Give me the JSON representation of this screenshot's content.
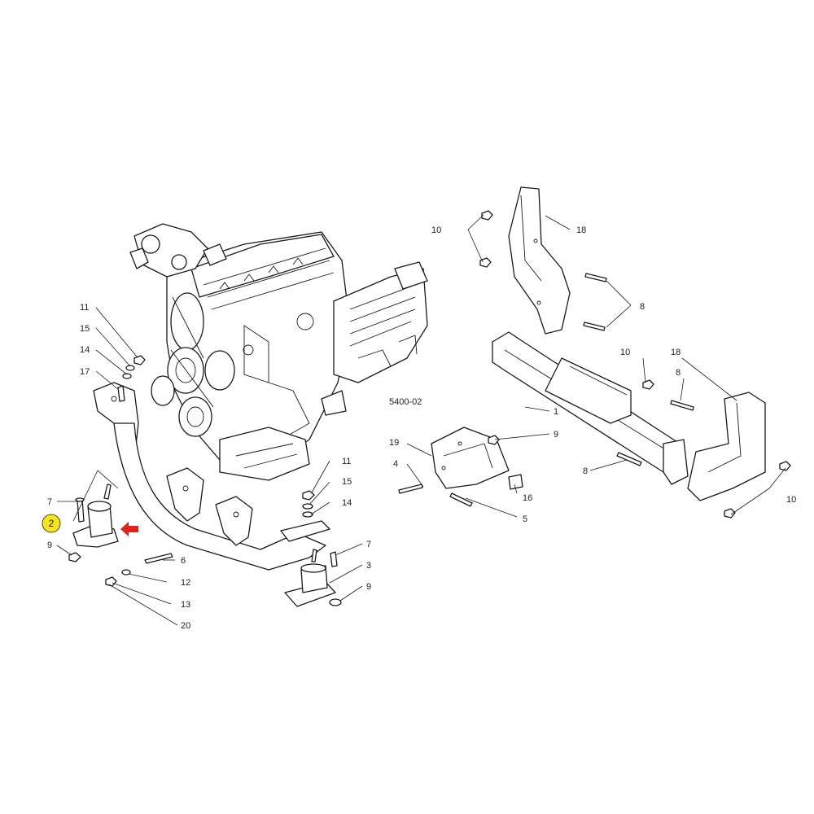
{
  "diagram": {
    "reference_code": "5400-02",
    "highlight": {
      "callout": "2",
      "color": "#f5e614",
      "arrow_color": "#e0231c"
    },
    "callouts": [
      {
        "id": "c11a",
        "text": "11"
      },
      {
        "id": "c15a",
        "text": "15"
      },
      {
        "id": "c14a",
        "text": "14"
      },
      {
        "id": "c17",
        "text": "17"
      },
      {
        "id": "c7a",
        "text": "7"
      },
      {
        "id": "c9a",
        "text": "9"
      },
      {
        "id": "c6",
        "text": "6"
      },
      {
        "id": "c12",
        "text": "12"
      },
      {
        "id": "c13",
        "text": "13"
      },
      {
        "id": "c20",
        "text": "20"
      },
      {
        "id": "c11b",
        "text": "11"
      },
      {
        "id": "c15b",
        "text": "15"
      },
      {
        "id": "c14b",
        "text": "14"
      },
      {
        "id": "c7b",
        "text": "7"
      },
      {
        "id": "c3",
        "text": "3"
      },
      {
        "id": "c9b",
        "text": "9"
      },
      {
        "id": "c10a",
        "text": "10"
      },
      {
        "id": "c18a",
        "text": "18"
      },
      {
        "id": "c8a",
        "text": "8"
      },
      {
        "id": "c10b",
        "text": "10"
      },
      {
        "id": "c18b",
        "text": "18"
      },
      {
        "id": "c8b",
        "text": "8"
      },
      {
        "id": "c1",
        "text": "1"
      },
      {
        "id": "c9c",
        "text": "9"
      },
      {
        "id": "c19",
        "text": "19"
      },
      {
        "id": "c4",
        "text": "4"
      },
      {
        "id": "c16",
        "text": "16"
      },
      {
        "id": "c5",
        "text": "5"
      },
      {
        "id": "c8c",
        "text": "8"
      },
      {
        "id": "c10c",
        "text": "10"
      }
    ]
  }
}
